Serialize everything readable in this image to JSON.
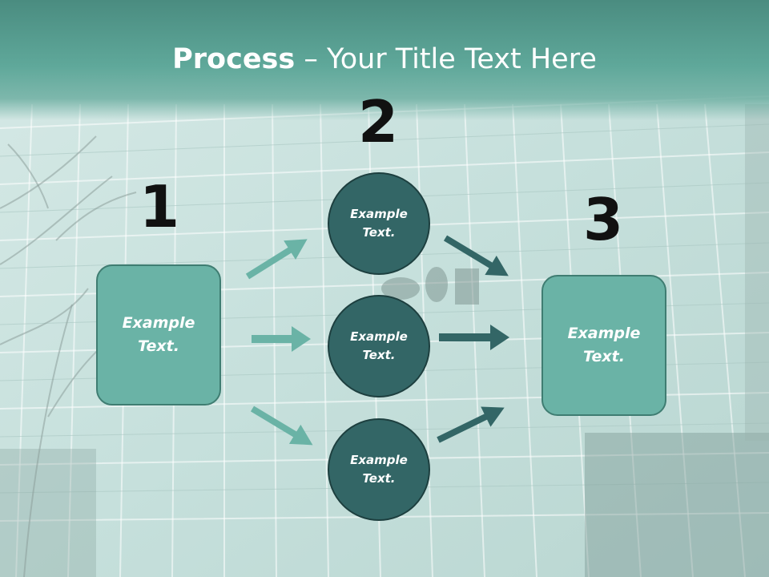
{
  "title": {
    "bold": "Process",
    "rest": " – Your Title Text Here"
  },
  "steps": [
    {
      "number": "1",
      "label": "Example\nText."
    },
    {
      "number": "2",
      "label": ""
    },
    {
      "number": "3",
      "label": "Example\nText."
    }
  ],
  "circles": [
    {
      "label": "Example\nText."
    },
    {
      "label": "Example\nText."
    },
    {
      "label": "Example\nText."
    }
  ],
  "colors": {
    "banner": "#5fa89a",
    "box_fill": "#6ab3a6",
    "circle_fill": "#336666",
    "left_arrow": "#6ab3a6",
    "right_arrow": "#336666"
  }
}
